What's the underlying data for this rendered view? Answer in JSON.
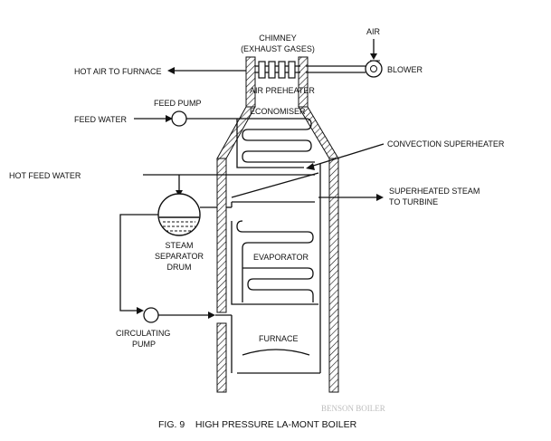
{
  "labels": {
    "chimney_line1": "CHIMNEY",
    "chimney_line2": "(EXHAUST GASES)",
    "air": "AIR",
    "blower": "BLOWER",
    "hot_air": "HOT AIR TO FURNACE",
    "air_preheater": "AIR PREHEATER",
    "feed_pump": "FEED PUMP",
    "feed_water": "FEED WATER",
    "economiser": "ECONOMISER",
    "convection_superheater": "CONVECTION SUPERHEATER",
    "hot_feed_water": "HOT FEED WATER",
    "superheated_line1": "SUPERHEATED STEAM",
    "superheated_line2": "TO TURBINE",
    "steam": "STEAM",
    "separator": "SEPARATOR",
    "drum": "DRUM",
    "evaporator": "EVAPORATOR",
    "circulating": "CIRCULATING",
    "pump": "PUMP",
    "furnace": "FURNACE"
  },
  "caption": "FIG. 9    HIGH PRESSURE LA-MONT BOILER",
  "bleed_through": {
    "line1": "BENSON BOILER"
  }
}
